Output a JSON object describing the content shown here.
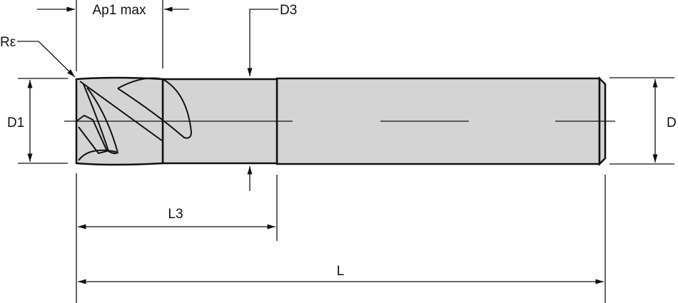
{
  "labels": {
    "ap1_max": "Ap1 max",
    "d3": "D3",
    "r_epsilon": "Rε",
    "d1": "D1",
    "d": "D",
    "l3": "L3",
    "l": "L"
  },
  "colors": {
    "tool_fill": "#d4d4d4",
    "line": "#111111"
  }
}
